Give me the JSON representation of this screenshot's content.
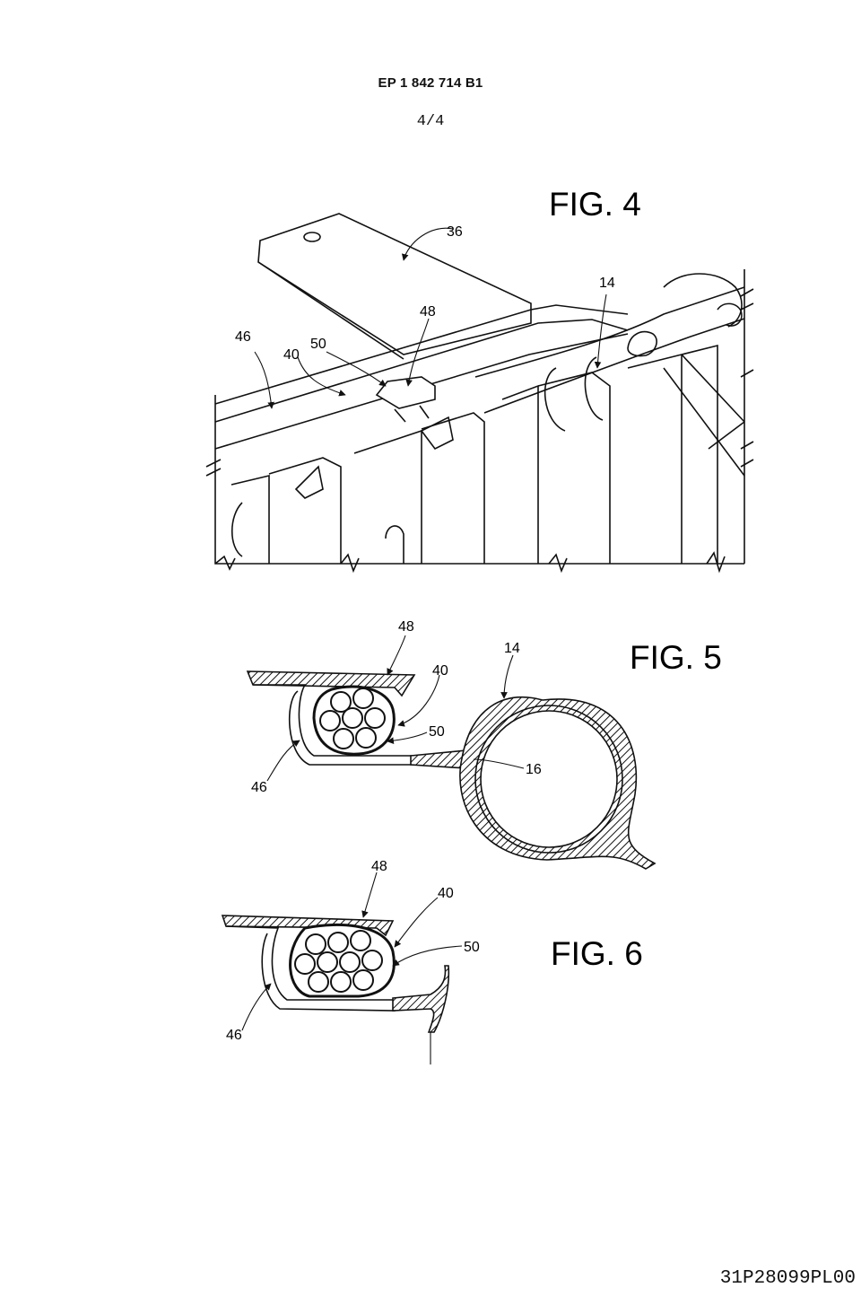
{
  "header": {
    "patent_number": "EP 1 842 714 B1",
    "page_indicator": "4/4"
  },
  "figures": {
    "fig4": {
      "title": "FIG. 4",
      "refs": {
        "r36": "36",
        "r14": "14",
        "r48": "48",
        "r46": "46",
        "r50": "50",
        "r40": "40"
      }
    },
    "fig5": {
      "title": "FIG. 5",
      "refs": {
        "r48": "48",
        "r40": "40",
        "r14": "14",
        "r50": "50",
        "r16": "16",
        "r46": "46"
      }
    },
    "fig6": {
      "title": "FIG. 6",
      "refs": {
        "r48": "48",
        "r40": "40",
        "r50": "50",
        "r46": "46"
      }
    }
  },
  "footer": {
    "code": "31P28099PL00"
  },
  "colors": {
    "ink": "#111111",
    "paper": "#ffffff"
  }
}
